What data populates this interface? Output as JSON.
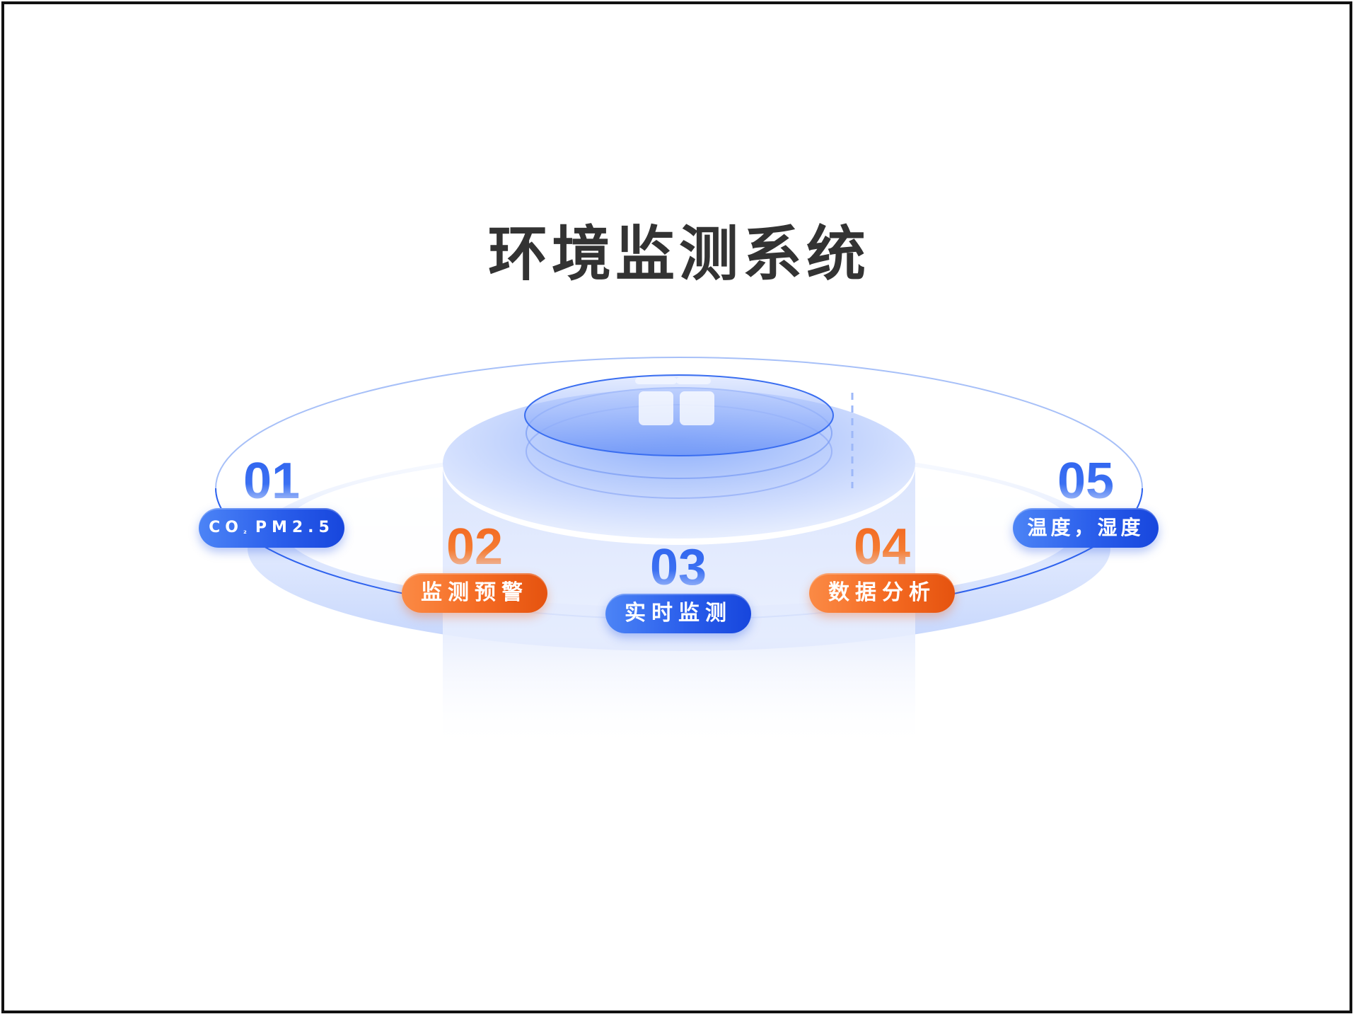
{
  "title": "环境监测系统",
  "colors": {
    "blue": "#2f63ee",
    "orange": "#f46a22",
    "title": "#333333",
    "platform": "#dfe8fd"
  },
  "steps": [
    {
      "number": "01",
      "label_main": "CO",
      "label_sub": "₂",
      "label_rest": "PM2.5",
      "color": "blue"
    },
    {
      "number": "02",
      "label": "监测预警",
      "color": "orange"
    },
    {
      "number": "03",
      "label": "实时监测",
      "color": "blue"
    },
    {
      "number": "04",
      "label": "数据分析",
      "color": "orange"
    },
    {
      "number": "05",
      "label": "温度，湿度",
      "color": "blue"
    }
  ]
}
